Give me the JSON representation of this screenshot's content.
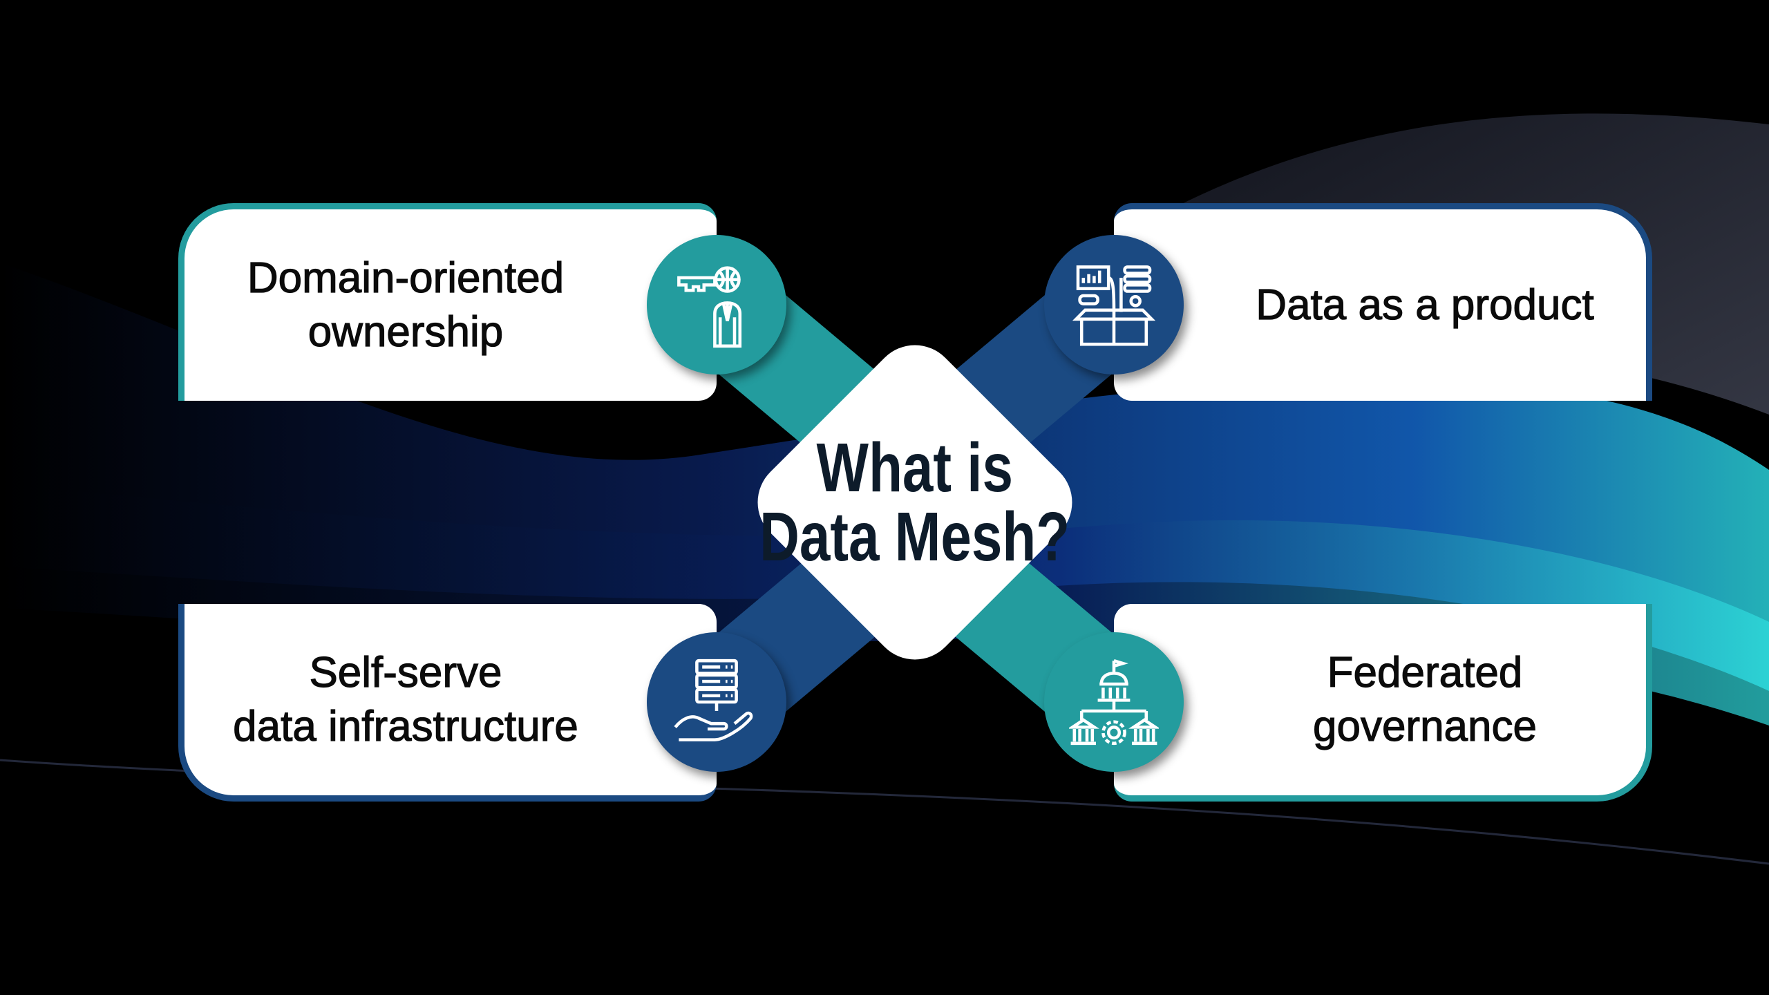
{
  "center": {
    "line1": "What is",
    "line2": "Data Mesh?"
  },
  "cards": [
    {
      "line1": "Domain-oriented",
      "line2": "ownership",
      "icon": "key-person-globe-icon",
      "color": "#239c9e"
    },
    {
      "line1": "Data as a product",
      "line2": "",
      "icon": "data-product-box-icon",
      "color": "#1b4a82"
    },
    {
      "line1": "Self-serve",
      "line2": "data infrastructure",
      "icon": "server-hand-icon",
      "color": "#1b4a82"
    },
    {
      "line1": "Federated",
      "line2": "governance",
      "icon": "governance-buildings-icon",
      "color": "#239c9e"
    }
  ],
  "colors": {
    "teal": "#239c9e",
    "blue": "#1b4a82",
    "text": "#0d1b2a"
  }
}
